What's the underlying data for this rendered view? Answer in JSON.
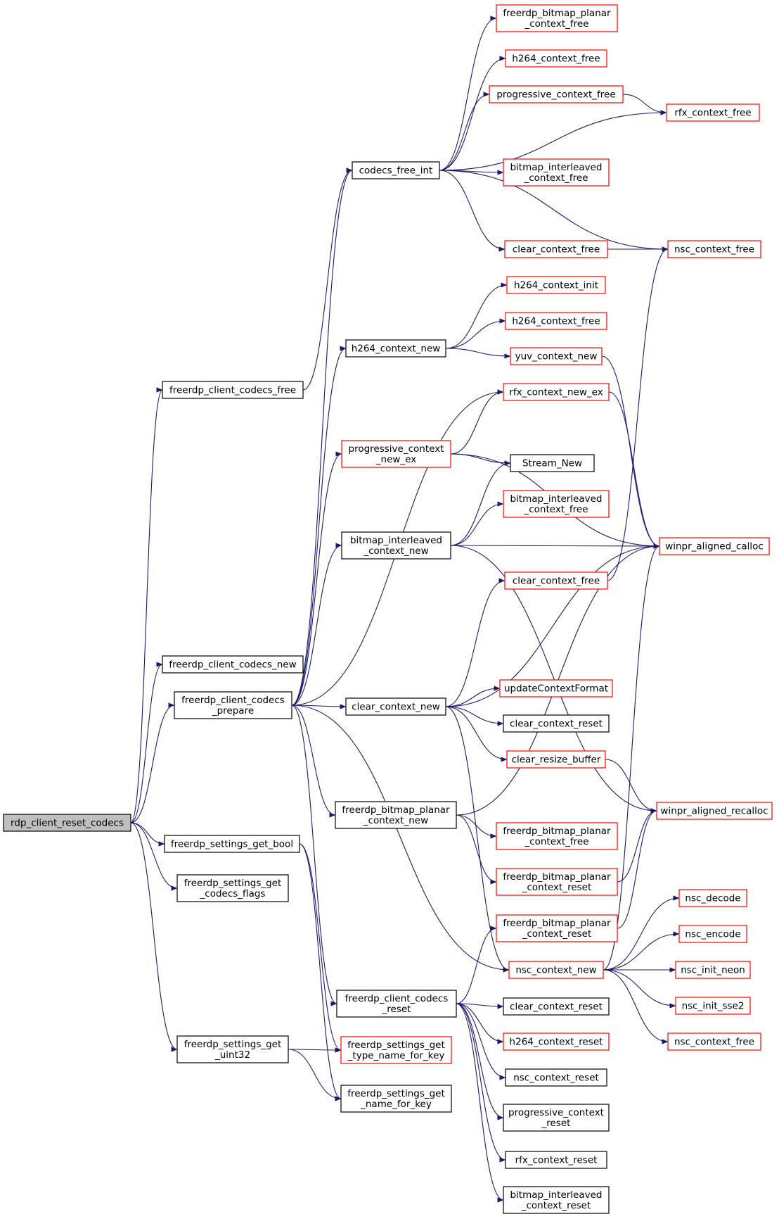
{
  "colors": {
    "edge": "#191970",
    "normal_border": "#000000",
    "truncated_border": "#ff0000",
    "root_fill": "#bfbfbf"
  },
  "nodes": [
    {
      "id": "root",
      "lines": [
        "rdp_client_reset_codecs"
      ],
      "style": "root"
    },
    {
      "id": "ccfree",
      "lines": [
        "freerdp_client_codecs_free"
      ],
      "style": "black"
    },
    {
      "id": "ccnew",
      "lines": [
        "freerdp_client_codecs_new"
      ],
      "style": "black"
    },
    {
      "id": "ccprep",
      "lines": [
        "freerdp_client_codecs",
        "_prepare"
      ],
      "style": "black"
    },
    {
      "id": "sgbool",
      "lines": [
        "freerdp_settings_get_bool"
      ],
      "style": "black"
    },
    {
      "id": "sgflags",
      "lines": [
        "freerdp_settings_get",
        "_codecs_flags"
      ],
      "style": "black"
    },
    {
      "id": "sgu32",
      "lines": [
        "freerdp_settings_get",
        "_uint32"
      ],
      "style": "black"
    },
    {
      "id": "cfint",
      "lines": [
        "codecs_free_int"
      ],
      "style": "black"
    },
    {
      "id": "h264new",
      "lines": [
        "h264_context_new"
      ],
      "style": "black"
    },
    {
      "id": "prognew",
      "lines": [
        "progressive_context",
        "_new_ex"
      ],
      "style": "red"
    },
    {
      "id": "bilnew",
      "lines": [
        "bitmap_interleaved",
        "_context_new"
      ],
      "style": "black"
    },
    {
      "id": "clrnew",
      "lines": [
        "clear_context_new"
      ],
      "style": "black"
    },
    {
      "id": "planarnew",
      "lines": [
        "freerdp_bitmap_planar",
        "_context_new"
      ],
      "style": "black"
    },
    {
      "id": "ccreset",
      "lines": [
        "freerdp_client_codecs",
        "_reset"
      ],
      "style": "black"
    },
    {
      "id": "gettype",
      "lines": [
        "freerdp_settings_get",
        "_type_name_for_key"
      ],
      "style": "red"
    },
    {
      "id": "getname",
      "lines": [
        "freerdp_settings_get",
        "_name_for_key"
      ],
      "style": "black"
    },
    {
      "id": "planarfree1",
      "lines": [
        "freerdp_bitmap_planar",
        "_context_free"
      ],
      "style": "red"
    },
    {
      "id": "h264free1",
      "lines": [
        "h264_context_free"
      ],
      "style": "red"
    },
    {
      "id": "progfree",
      "lines": [
        "progressive_context_free"
      ],
      "style": "red"
    },
    {
      "id": "bilfree1",
      "lines": [
        "bitmap_interleaved",
        "_context_free"
      ],
      "style": "red"
    },
    {
      "id": "clrfree1",
      "lines": [
        "clear_context_free"
      ],
      "style": "red"
    },
    {
      "id": "h264init",
      "lines": [
        "h264_context_init"
      ],
      "style": "red"
    },
    {
      "id": "h264free2",
      "lines": [
        "h264_context_free"
      ],
      "style": "red"
    },
    {
      "id": "yuvnew",
      "lines": [
        "yuv_context_new"
      ],
      "style": "red"
    },
    {
      "id": "rfxnewex",
      "lines": [
        "rfx_context_new_ex"
      ],
      "style": "red"
    },
    {
      "id": "streamnew",
      "lines": [
        "Stream_New"
      ],
      "style": "black"
    },
    {
      "id": "bilfree2",
      "lines": [
        "bitmap_interleaved",
        "_context_free"
      ],
      "style": "red"
    },
    {
      "id": "clrfree2",
      "lines": [
        "clear_context_free"
      ],
      "style": "red"
    },
    {
      "id": "updfmt",
      "lines": [
        "updateContextFormat"
      ],
      "style": "red"
    },
    {
      "id": "clrreset1",
      "lines": [
        "clear_context_reset"
      ],
      "style": "black"
    },
    {
      "id": "clrresize",
      "lines": [
        "clear_resize_buffer"
      ],
      "style": "red"
    },
    {
      "id": "planarfree2",
      "lines": [
        "freerdp_bitmap_planar",
        "_context_free"
      ],
      "style": "red"
    },
    {
      "id": "planarreset1",
      "lines": [
        "freerdp_bitmap_planar",
        "_context_reset"
      ],
      "style": "red"
    },
    {
      "id": "planarreset2",
      "lines": [
        "freerdp_bitmap_planar",
        "_context_reset"
      ],
      "style": "red"
    },
    {
      "id": "nscnew",
      "lines": [
        "nsc_context_new"
      ],
      "style": "red"
    },
    {
      "id": "clrreset2",
      "lines": [
        "clear_context_reset"
      ],
      "style": "black"
    },
    {
      "id": "h264reset",
      "lines": [
        "h264_context_reset"
      ],
      "style": "red"
    },
    {
      "id": "nscreset",
      "lines": [
        "nsc_context_reset"
      ],
      "style": "black"
    },
    {
      "id": "progreset",
      "lines": [
        "progressive_context",
        "_reset"
      ],
      "style": "black"
    },
    {
      "id": "rfxreset",
      "lines": [
        "rfx_context_reset"
      ],
      "style": "black"
    },
    {
      "id": "bilreset",
      "lines": [
        "bitmap_interleaved",
        "_context_reset"
      ],
      "style": "black"
    },
    {
      "id": "rfxfree",
      "lines": [
        "rfx_context_free"
      ],
      "style": "red"
    },
    {
      "id": "nscfree1",
      "lines": [
        "nsc_context_free"
      ],
      "style": "red"
    },
    {
      "id": "winpralloc",
      "lines": [
        "winpr_aligned_calloc"
      ],
      "style": "red"
    },
    {
      "id": "winprrealloc",
      "lines": [
        "winpr_aligned_recalloc"
      ],
      "style": "red"
    },
    {
      "id": "nscdecode",
      "lines": [
        "nsc_decode"
      ],
      "style": "red"
    },
    {
      "id": "nscencode",
      "lines": [
        "nsc_encode"
      ],
      "style": "red"
    },
    {
      "id": "nscneon",
      "lines": [
        "nsc_init_neon"
      ],
      "style": "red"
    },
    {
      "id": "nscsse2",
      "lines": [
        "nsc_init_sse2"
      ],
      "style": "red"
    },
    {
      "id": "nscfree2",
      "lines": [
        "nsc_context_free"
      ],
      "style": "red"
    }
  ],
  "edges": [
    [
      "root",
      "ccfree"
    ],
    [
      "root",
      "ccnew"
    ],
    [
      "root",
      "ccprep"
    ],
    [
      "root",
      "sgbool"
    ],
    [
      "root",
      "sgflags"
    ],
    [
      "root",
      "sgu32"
    ],
    [
      "ccfree",
      "cfint"
    ],
    [
      "cfint",
      "planarfree1"
    ],
    [
      "cfint",
      "h264free1"
    ],
    [
      "cfint",
      "progfree"
    ],
    [
      "cfint",
      "rfxfree"
    ],
    [
      "cfint",
      "bilfree1"
    ],
    [
      "cfint",
      "clrfree1"
    ],
    [
      "cfint",
      "nscfree1"
    ],
    [
      "progfree",
      "rfxfree"
    ],
    [
      "clrfree1",
      "nscfree1"
    ],
    [
      "ccprep",
      "cfint"
    ],
    [
      "ccprep",
      "h264new"
    ],
    [
      "ccprep",
      "rfxnewex"
    ],
    [
      "ccprep",
      "prognew"
    ],
    [
      "ccprep",
      "bilnew"
    ],
    [
      "ccprep",
      "clrnew"
    ],
    [
      "ccprep",
      "planarnew"
    ],
    [
      "ccprep",
      "nscnew"
    ],
    [
      "ccprep",
      "ccreset"
    ],
    [
      "h264new",
      "h264init"
    ],
    [
      "h264new",
      "h264free2"
    ],
    [
      "h264new",
      "yuvnew"
    ],
    [
      "yuvnew",
      "winpralloc"
    ],
    [
      "rfxnewex",
      "winpralloc"
    ],
    [
      "prognew",
      "rfxnewex"
    ],
    [
      "prognew",
      "streamnew"
    ],
    [
      "prognew",
      "winpralloc"
    ],
    [
      "bilnew",
      "streamnew"
    ],
    [
      "bilnew",
      "bilfree2"
    ],
    [
      "bilnew",
      "winpralloc"
    ],
    [
      "bilnew",
      "winprrealloc"
    ],
    [
      "clrfree2",
      "nscfree1"
    ],
    [
      "clrnew",
      "clrfree2"
    ],
    [
      "clrnew",
      "winpralloc"
    ],
    [
      "clrnew",
      "updfmt"
    ],
    [
      "clrnew",
      "clrreset1"
    ],
    [
      "clrnew",
      "clrresize"
    ],
    [
      "clrnew",
      "nscnew"
    ],
    [
      "clrresize",
      "winprrealloc"
    ],
    [
      "planarnew",
      "winpralloc"
    ],
    [
      "planarnew",
      "planarfree2"
    ],
    [
      "planarnew",
      "planarreset1"
    ],
    [
      "planarreset1",
      "winprrealloc"
    ],
    [
      "planarreset2",
      "winprrealloc"
    ],
    [
      "nscnew",
      "winpralloc"
    ],
    [
      "nscnew",
      "nscdecode"
    ],
    [
      "nscnew",
      "nscencode"
    ],
    [
      "nscnew",
      "nscneon"
    ],
    [
      "nscnew",
      "nscsse2"
    ],
    [
      "nscnew",
      "nscfree2"
    ],
    [
      "ccreset",
      "planarreset2"
    ],
    [
      "ccreset",
      "clrreset2"
    ],
    [
      "ccreset",
      "h264reset"
    ],
    [
      "ccreset",
      "nscreset"
    ],
    [
      "ccreset",
      "progreset"
    ],
    [
      "ccreset",
      "rfxreset"
    ],
    [
      "ccreset",
      "bilreset"
    ],
    [
      "sgbool",
      "gettype"
    ],
    [
      "sgbool",
      "getname"
    ],
    [
      "sgu32",
      "gettype"
    ],
    [
      "sgu32",
      "getname"
    ]
  ]
}
